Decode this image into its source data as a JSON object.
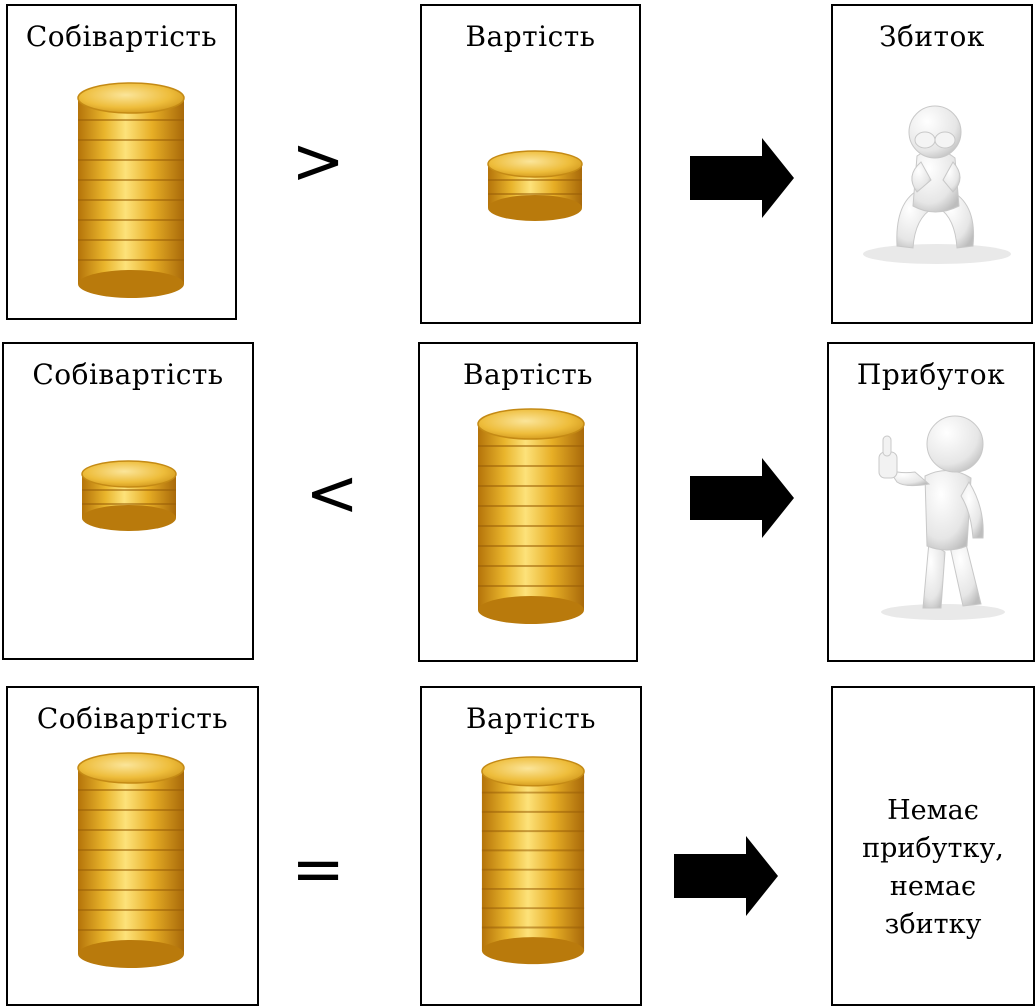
{
  "rows": [
    {
      "cost_label": "Собівартість",
      "value_label": "Вартість",
      "operator": ">",
      "result_label": "Збиток",
      "result_icon": "sad-person-icon"
    },
    {
      "cost_label": "Собівартість",
      "value_label": "Вартість",
      "operator": "<",
      "result_label": "Прибуток",
      "result_icon": "thumbs-up-person-icon"
    },
    {
      "cost_label": "Собівартість",
      "value_label": "Вартість",
      "operator": "=",
      "result_lines": [
        "Немає",
        "прибутку,",
        "немає",
        "збитку"
      ]
    }
  ],
  "colors": {
    "coin_light": "#f7d25a",
    "coin_mid": "#e3ad22",
    "coin_dark": "#b9780b",
    "figure": "#ededed"
  }
}
